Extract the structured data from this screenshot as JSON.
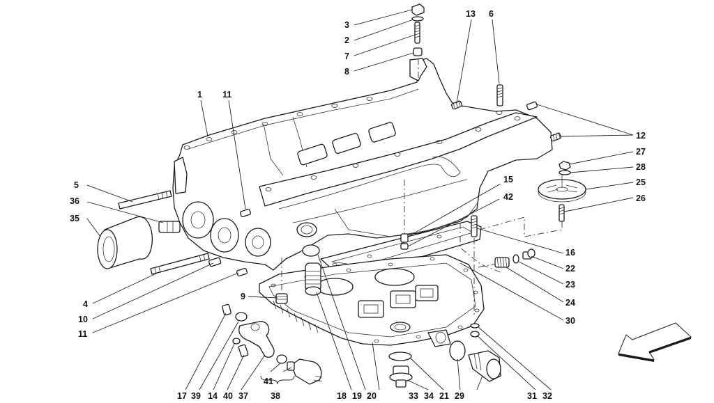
{
  "diagram": {
    "title": "Oil sump exploded parts diagram",
    "callouts": [
      {
        "id": "c3",
        "label": "3"
      },
      {
        "id": "c2",
        "label": "2"
      },
      {
        "id": "c7",
        "label": "7"
      },
      {
        "id": "c8",
        "label": "8"
      },
      {
        "id": "c13",
        "label": "13"
      },
      {
        "id": "c6",
        "label": "6"
      },
      {
        "id": "c12",
        "label": "12"
      },
      {
        "id": "c27",
        "label": "27"
      },
      {
        "id": "c28",
        "label": "28"
      },
      {
        "id": "c25",
        "label": "25"
      },
      {
        "id": "c26",
        "label": "26"
      },
      {
        "id": "c15",
        "label": "15"
      },
      {
        "id": "c42",
        "label": "42"
      },
      {
        "id": "c16",
        "label": "16"
      },
      {
        "id": "c22",
        "label": "22"
      },
      {
        "id": "c23",
        "label": "23"
      },
      {
        "id": "c24",
        "label": "24"
      },
      {
        "id": "c30",
        "label": "30"
      },
      {
        "id": "c1",
        "label": "1"
      },
      {
        "id": "c11a",
        "label": "11"
      },
      {
        "id": "c5",
        "label": "5"
      },
      {
        "id": "c36",
        "label": "36"
      },
      {
        "id": "c35",
        "label": "35"
      },
      {
        "id": "c4",
        "label": "4"
      },
      {
        "id": "c10",
        "label": "10"
      },
      {
        "id": "c11b",
        "label": "11"
      },
      {
        "id": "c9",
        "label": "9"
      },
      {
        "id": "c17",
        "label": "17"
      },
      {
        "id": "c39",
        "label": "39"
      },
      {
        "id": "c14",
        "label": "14"
      },
      {
        "id": "c40",
        "label": "40"
      },
      {
        "id": "c37",
        "label": "37"
      },
      {
        "id": "c41",
        "label": "41"
      },
      {
        "id": "c38",
        "label": "38"
      },
      {
        "id": "c18",
        "label": "18"
      },
      {
        "id": "c19",
        "label": "19"
      },
      {
        "id": "c20",
        "label": "20"
      },
      {
        "id": "c33",
        "label": "33"
      },
      {
        "id": "c34",
        "label": "34"
      },
      {
        "id": "c21",
        "label": "21"
      },
      {
        "id": "c29",
        "label": "29"
      },
      {
        "id": "c31",
        "label": "31"
      },
      {
        "id": "c32",
        "label": "32"
      }
    ],
    "orientation_arrow": "front-direction-arrow",
    "colors": {
      "line": "#1a1a1a",
      "background": "#ffffff"
    }
  }
}
